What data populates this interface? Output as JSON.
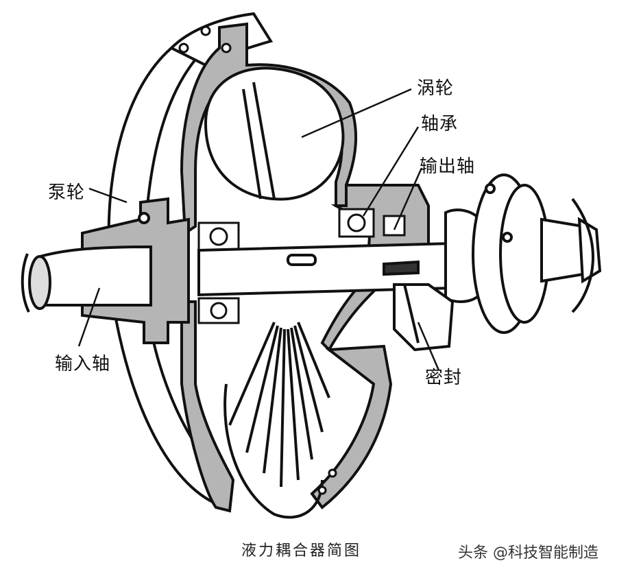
{
  "labels": {
    "turbine": "涡轮",
    "bearing": "轴承",
    "output_shaft": "输出轴",
    "pump_wheel": "泵轮",
    "input_shaft": "输入轴",
    "seal": "密封"
  },
  "caption": "液力耦合器简图",
  "watermark": "头条 @科技智能制造"
}
